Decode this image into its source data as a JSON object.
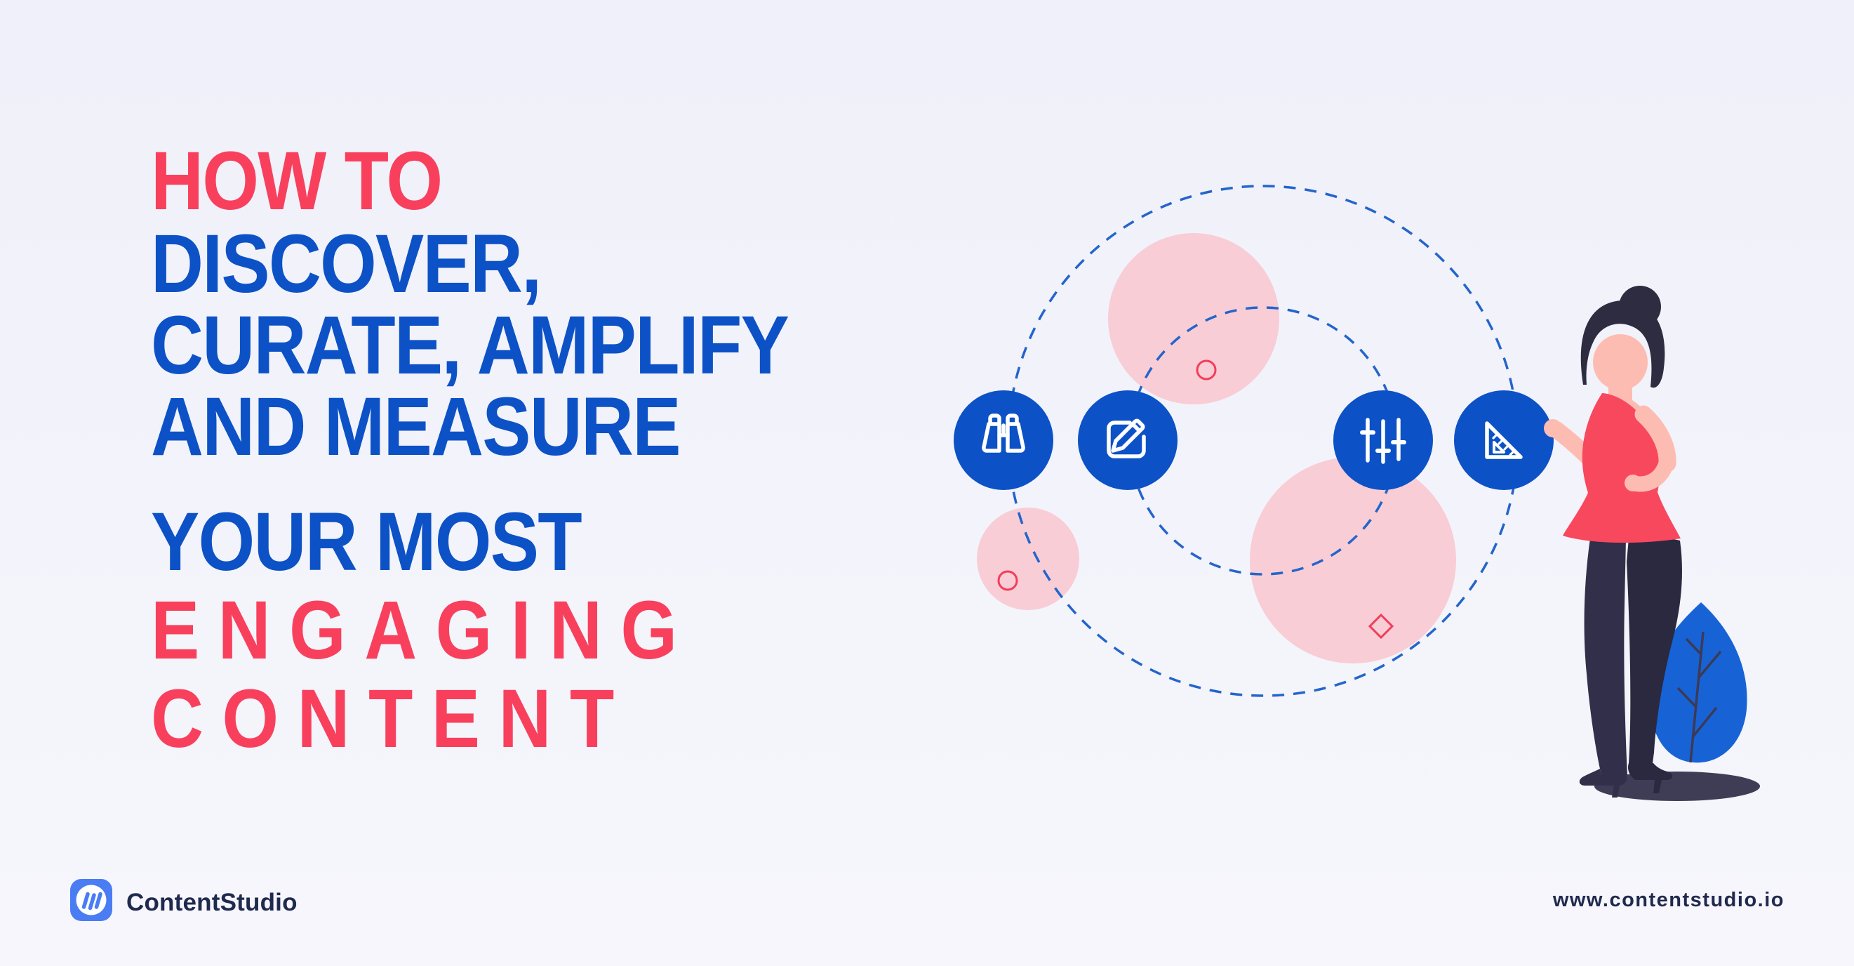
{
  "headline": {
    "lines": [
      {
        "text": "HOW TO",
        "color": "red"
      },
      {
        "text": "DISCOVER,",
        "color": "blue"
      },
      {
        "text": "CURATE, AMPLIFY",
        "color": "blue"
      },
      {
        "text": "AND MEASURE",
        "color": "blue"
      },
      {
        "text": "YOUR MOST",
        "color": "blue"
      },
      {
        "text": "ENGAGING",
        "color": "red",
        "spaced": true
      },
      {
        "text": "CONTENT",
        "color": "red",
        "spaced": true
      }
    ]
  },
  "footer": {
    "brand_name": "ContentStudio",
    "website": "www.contentstudio.io"
  },
  "illustration": {
    "icons": [
      {
        "name": "binoculars-icon"
      },
      {
        "name": "edit-pencil-icon"
      },
      {
        "name": "sliders-icon"
      },
      {
        "name": "set-square-icon"
      }
    ],
    "colors": {
      "headline_red": "#f8405d",
      "headline_blue": "#0c52c6",
      "icon_circle_blue": "#0c52c6",
      "dashed_orbit_blue": "#2365cb",
      "pink_bubble": "#f8cdd6",
      "red_outline_marks": "#f23e58",
      "logo_blue": "#4a7cf3",
      "brand_navy": "#202a4e",
      "woman_top_red": "#f8485e",
      "woman_hair_dark": "#2e2c40",
      "leaf_blue": "#1763d6",
      "background": "#f2f2fb"
    }
  }
}
